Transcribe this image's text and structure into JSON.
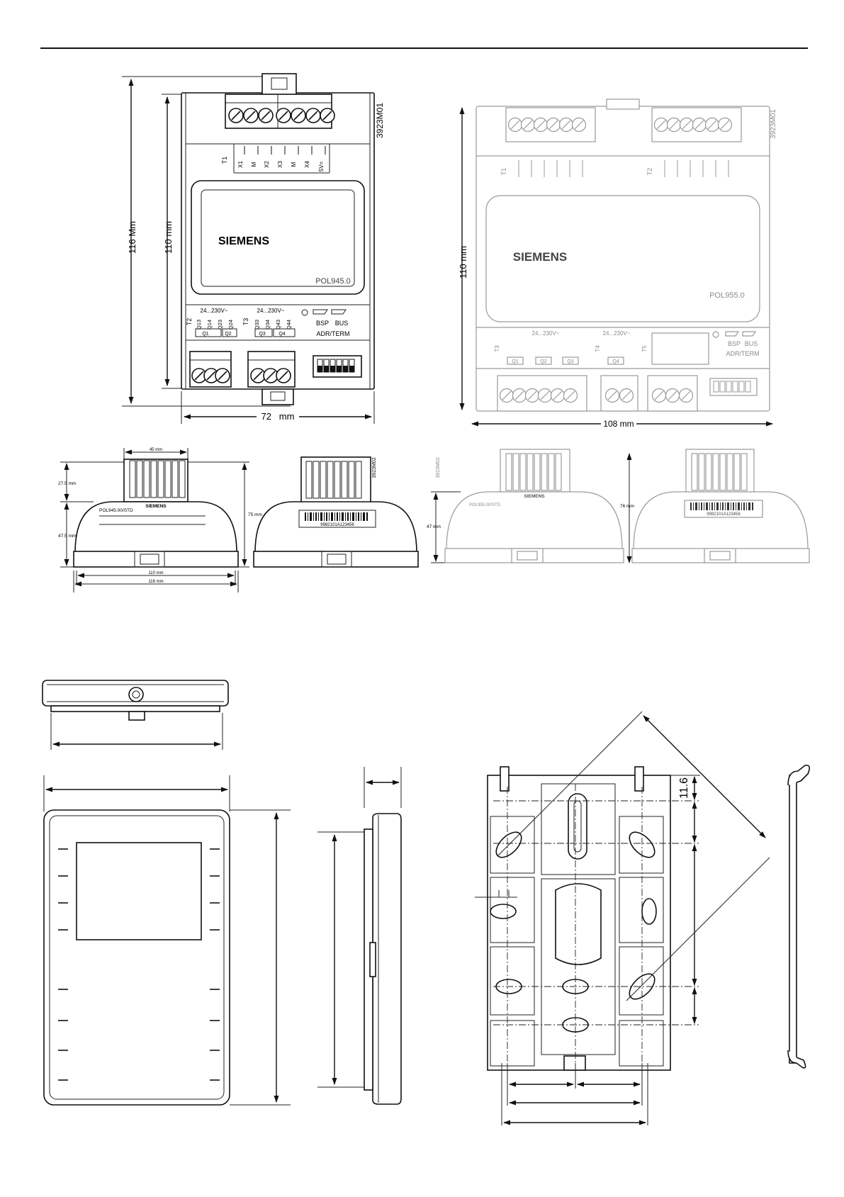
{
  "pol945": {
    "drawing_no": "3923M01",
    "brand": "SIEMENS",
    "model": "POL945.0",
    "dim_height_outer": "116 Mm",
    "dim_height_inner": "110 mm",
    "dim_width": "72   mm",
    "terminal_labels": [
      "T1",
      "T2",
      "T3"
    ],
    "relay_voltage": "24...230V~",
    "relay_outputs": [
      "Q13",
      "Q14",
      "Q23",
      "Q24",
      "Q33",
      "Q34",
      "Q43",
      "Q44"
    ],
    "relay_groups": [
      "Q1",
      "Q2",
      "Q3",
      "Q4"
    ],
    "io_labels": [
      "X1",
      "M",
      "X2",
      "X3",
      "M",
      "X4",
      "5V="
    ],
    "bus_labels": [
      "BSP",
      "BUS"
    ],
    "adr_label": "ADR/TERM"
  },
  "pol955": {
    "drawing_no": "3923M01",
    "brand": "SIEMENS",
    "model": "POL955.0",
    "dim_height": "110 mm",
    "dim_width": "108 mm",
    "terminal_labels": [
      "T1",
      "T2",
      "T3",
      "T4",
      "T5"
    ],
    "relay_voltage": "24...230V~",
    "relay_groups": [
      "Q1",
      "Q2",
      "Q3",
      "Q4"
    ],
    "bus_labels": [
      "BSP",
      "BUS"
    ],
    "adr_label": "ADR/TERM"
  },
  "side_left": {
    "drawing_no": "3923M02",
    "dim_top_width": "45 mm",
    "dim_top_height": "27.5 mm",
    "dim_lower_height": "47.5 mm",
    "dim_total_height": "75 mm",
    "dim_base_inner": "110 mm",
    "dim_base_outer": "116 mm",
    "label_model": "POL945.00/STD",
    "label_brand": "SIEMENS",
    "barcode_text": "9982101A123456"
  },
  "side_right": {
    "drawing_no": "3923M02",
    "dim_lower_height": "47 mm",
    "dim_total_height": "76 mm",
    "label_brand": "SIEMENS",
    "label_model": "POL955.00/STD",
    "barcode_text": "9982101A123456"
  },
  "mount": {
    "dim_value": "11.6"
  }
}
